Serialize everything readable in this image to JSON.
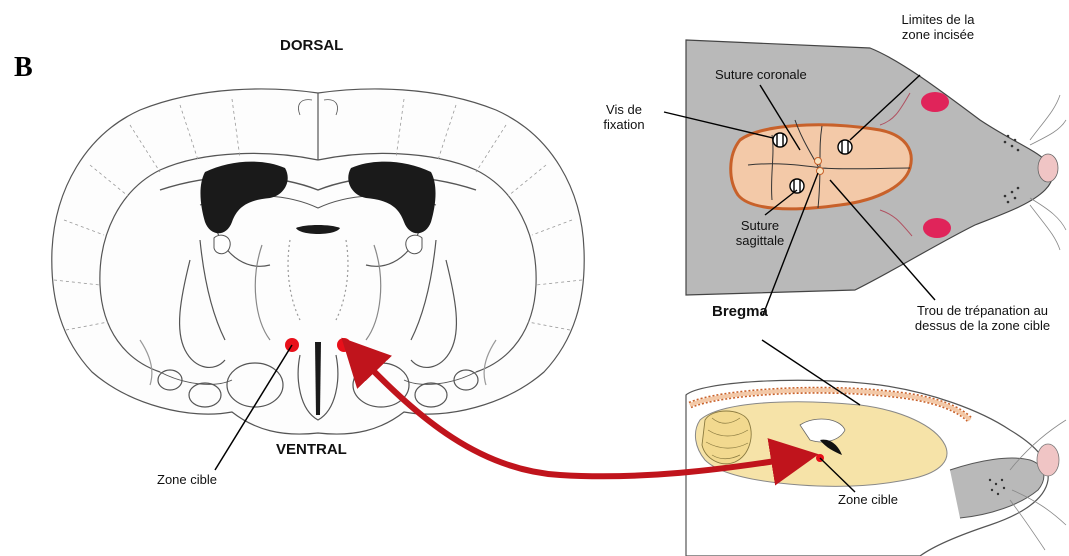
{
  "panel_letter": "B",
  "coronal_section": {
    "top_label": "DORSAL",
    "bottom_label": "VENTRAL",
    "target_label": "Zone cible"
  },
  "dorsal_view": {
    "coronal_suture": "Suture coronale",
    "incision_limit_line1": "Limites de la",
    "incision_limit_line2": "zone incisée",
    "screw_line1": "Vis de",
    "screw_line2": "fixation",
    "sagittal_line1": "Suture",
    "sagittal_line2": "sagittale",
    "bregma": "Bregma",
    "trepanation_line1": "Trou de trépanation au",
    "trepanation_line2": "dessus de la zone cible"
  },
  "sagittal_view": {
    "target_label": "Zone cible"
  },
  "colors": {
    "target_red": "#e8101a",
    "arrow_red": "#c0141c",
    "head_gray": "#b9b9b9",
    "incision_fill": "#f3c9a8",
    "incision_border": "#c8612a",
    "ear_pink": "#e0245a"
  }
}
